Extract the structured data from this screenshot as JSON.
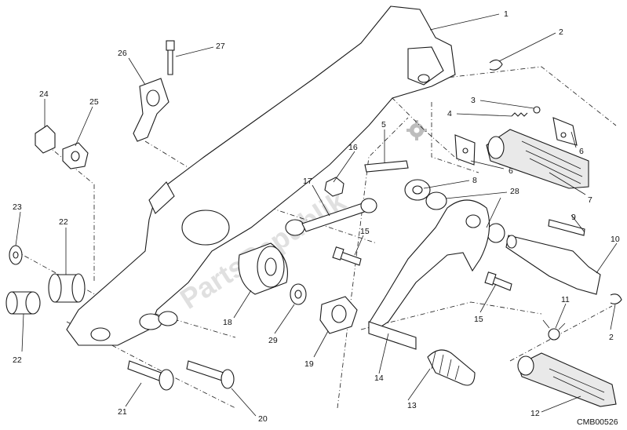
{
  "watermark": "PartsRepublik",
  "drawing_code": "CMB00526",
  "callouts": [
    "1",
    "2",
    "3",
    "4",
    "5",
    "6",
    "6",
    "7",
    "8",
    "9",
    "10",
    "11",
    "12",
    "13",
    "14",
    "15",
    "15",
    "16",
    "17",
    "18",
    "19",
    "2",
    "20",
    "21",
    "22",
    "22",
    "23",
    "24",
    "25",
    "26",
    "27",
    "28",
    "29"
  ],
  "icons": {
    "watermark_logo": "gear-icon"
  }
}
